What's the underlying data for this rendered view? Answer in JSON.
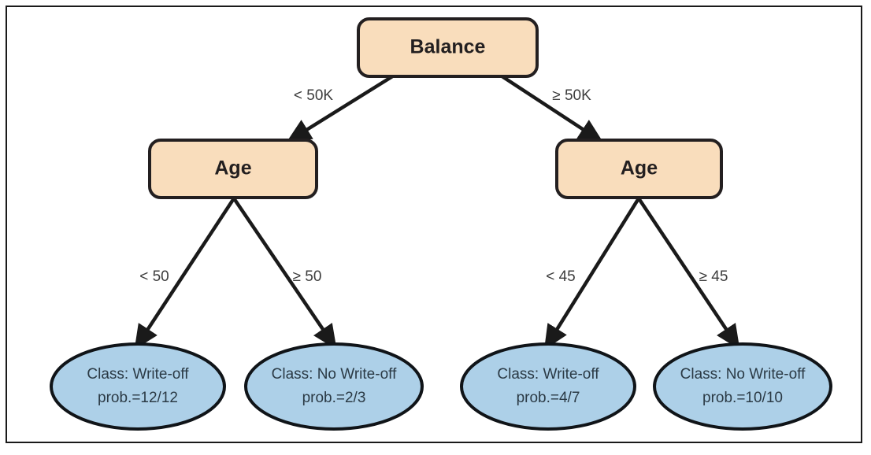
{
  "figure": {
    "type": "decision-tree-diagram",
    "background": "#ffffff",
    "frame_color": "#1a1a1a",
    "caption_fragment": ""
  },
  "colors": {
    "internal_node_fill": "#f9ddbc",
    "internal_node_stroke": "#231f20",
    "leaf_fill": "#add0e8",
    "leaf_stroke": "#101418",
    "edge_stroke": "#1a1a1a",
    "node_text": "#231f20",
    "edge_label_text": "#3d3d3d",
    "leaf_text": "#2b3a45"
  },
  "tree": {
    "root": {
      "id": "root-balance",
      "label": "Balance",
      "shape": "rounded-rect"
    },
    "internal_nodes": [
      {
        "id": "age-left",
        "label": "Age",
        "shape": "rounded-rect"
      },
      {
        "id": "age-right",
        "label": "Age",
        "shape": "rounded-rect"
      }
    ],
    "edges": [
      {
        "id": "edge-balance-left",
        "label": "< 50K",
        "from": "root-balance",
        "to": "age-left"
      },
      {
        "id": "edge-balance-right",
        "label": "≥ 50K",
        "from": "root-balance",
        "to": "age-right"
      },
      {
        "id": "edge-ageleft-left",
        "label": "< 50",
        "from": "age-left",
        "to": "leaf-1"
      },
      {
        "id": "edge-ageleft-right",
        "label": "≥ 50",
        "from": "age-left",
        "to": "leaf-2"
      },
      {
        "id": "edge-ageright-left",
        "label": "< 45",
        "from": "age-right",
        "to": "leaf-3"
      },
      {
        "id": "edge-ageright-right",
        "label": "≥ 45",
        "from": "age-right",
        "to": "leaf-4"
      }
    ],
    "leaves": [
      {
        "id": "leaf-1",
        "class_line": "Class: Write-off",
        "prob_line": "prob.=12/12",
        "shape": "ellipse"
      },
      {
        "id": "leaf-2",
        "class_line": "Class: No Write-off",
        "prob_line": "prob.=2/3",
        "shape": "ellipse"
      },
      {
        "id": "leaf-3",
        "class_line": "Class: Write-off",
        "prob_line": "prob.=4/7",
        "shape": "ellipse"
      },
      {
        "id": "leaf-4",
        "class_line": "Class: No Write-off",
        "prob_line": "prob.=10/10",
        "shape": "ellipse"
      }
    ]
  }
}
